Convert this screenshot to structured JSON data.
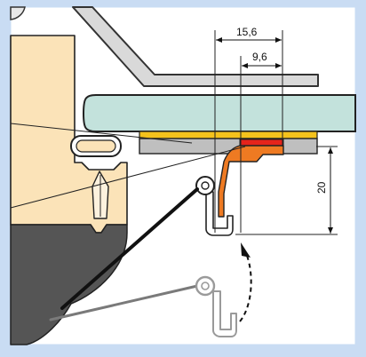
{
  "dimensions": {
    "outer_width": "15,6",
    "inner_width": "9,6",
    "height": "20"
  },
  "colors": {
    "frame_blue": "#c9dcf3",
    "tan_body": "#fbe3b8",
    "glass_teal": "#c3e2dc",
    "dark_base": "#555555",
    "orange_clip": "#ee7a22",
    "red_strip": "#e5231b",
    "yellow_strip": "#f4c21c",
    "grey_block": "#bfbfbf",
    "outline": "#1a1a1a",
    "swing_line": "#7a7a7a"
  },
  "icons": {
    "movement": "curved-dashed-arrow-icon"
  }
}
